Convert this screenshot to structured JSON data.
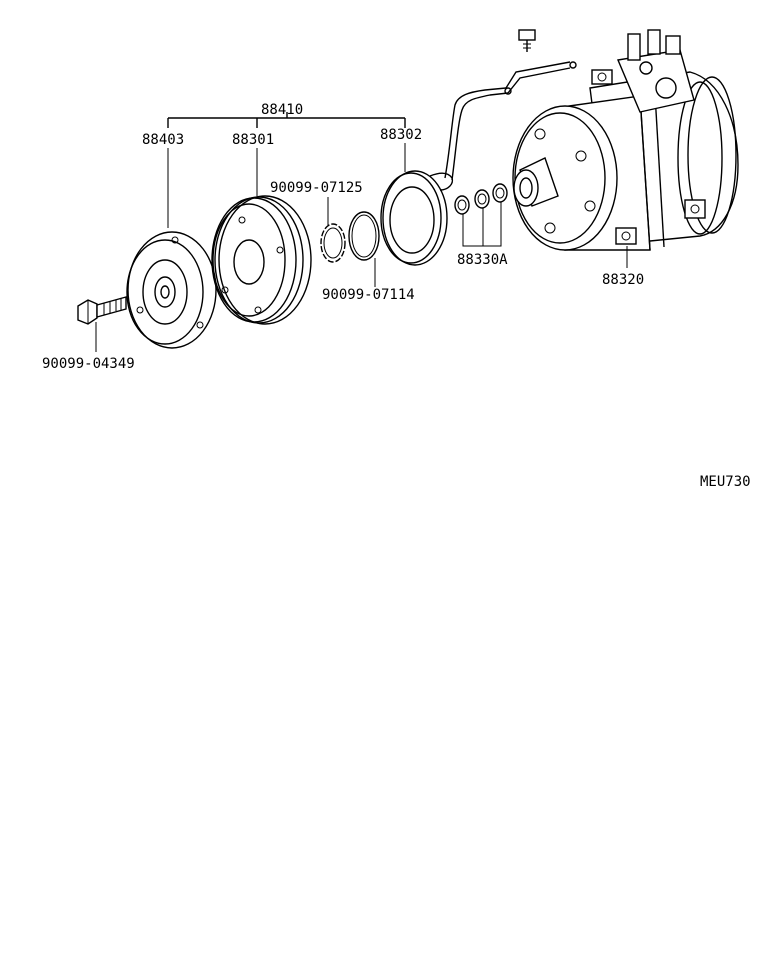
{
  "diagram": {
    "ref_code": "MEU730",
    "parts": {
      "assembly": "88410",
      "clutch_hub": "88403",
      "pulley": "88301",
      "field_coil": "88302",
      "snap_ring_pulley": "90099-07125",
      "snap_ring_coil": "90099-07114",
      "shims": "88330A",
      "compressor": "88320",
      "bolt": "90099-04349"
    }
  }
}
